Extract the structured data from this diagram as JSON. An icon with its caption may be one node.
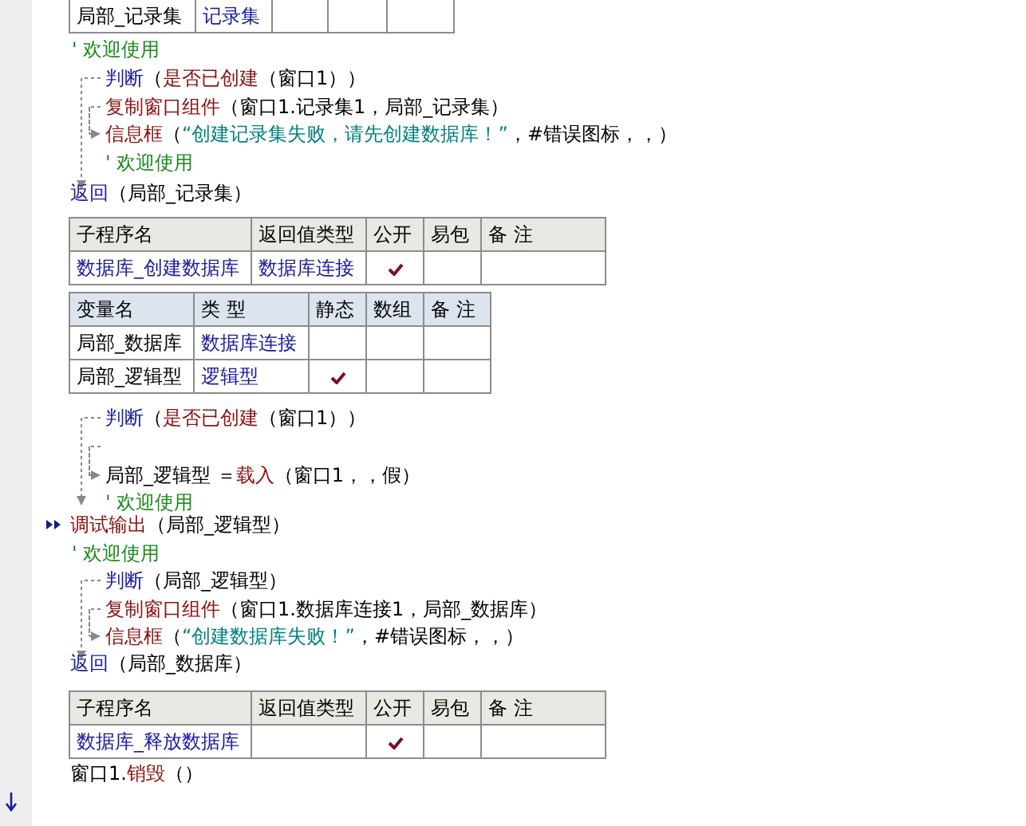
{
  "diagram": {
    "labels": [
      "局部_记录集",
      "记录集",
      "' 欢迎使用",
      "判断",
      "（",
      "是否已创建",
      "（窗口1））",
      "复制窗口组件",
      "（窗口1.记录集1，局部_记录集）",
      "信息框",
      "（",
      "“创建记录集失败，请先创建数据库！”",
      "，#错误图标，，）",
      "' 欢迎使用",
      "返回",
      "（局部_记录集）",
      "子程序名",
      "返回值类型",
      "公开",
      "易包",
      "备 注",
      "数据库_创建数据库",
      "数据库连接",
      "变量名",
      "类 型",
      "静态",
      "数组",
      "备 注",
      "局部_数据库",
      "数据库连接",
      "局部_逻辑型",
      "逻辑型",
      "判断",
      "（",
      "是否已创建",
      "（窗口1））",
      "局部_逻辑型 ＝",
      "载入",
      "（窗口1，，假）",
      "' 欢迎使用",
      "调试输出",
      "（局部_逻辑型）",
      "' 欢迎使用",
      "判断",
      "（局部_逻辑型）",
      "复制窗口组件",
      "（窗口1.数据库连接1，局部_数据库）",
      "信息框",
      "（",
      "“创建数据库失败！”",
      "，#错误图标，，）",
      "返回",
      "（局部_数据库）",
      "子程序名",
      "返回值类型",
      "公开",
      "易包",
      "备 注",
      "数据库_释放数据库",
      "窗口1.",
      "销毁",
      "（）"
    ]
  }
}
